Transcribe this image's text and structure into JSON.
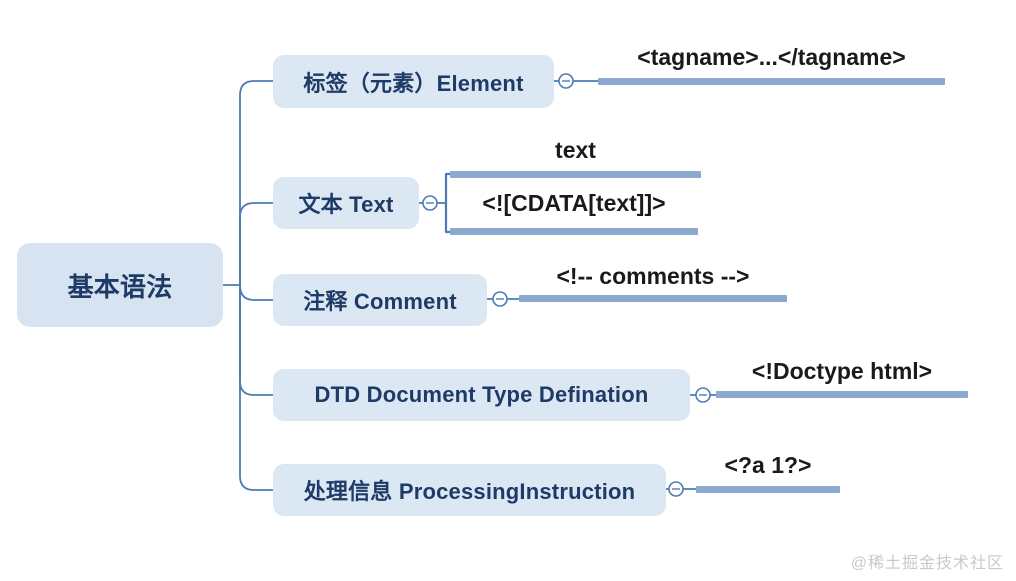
{
  "app": "mind-map",
  "root": {
    "label": "基本语法"
  },
  "branches": [
    {
      "label": "标签（元素）Element",
      "collapse_icon": "minus-circle",
      "children": [
        {
          "label": "<tagname>...</tagname>"
        }
      ]
    },
    {
      "label": "文本 Text",
      "collapse_icon": "minus-circle",
      "children": [
        {
          "label": "text"
        },
        {
          "label": "<![CDATA[text]]>"
        }
      ]
    },
    {
      "label": "注释 Comment",
      "collapse_icon": "minus-circle",
      "children": [
        {
          "label": "<!-- comments -->"
        }
      ]
    },
    {
      "label": "DTD Document Type Defination",
      "collapse_icon": "minus-circle",
      "children": [
        {
          "label": "<!Doctype html>"
        }
      ]
    },
    {
      "label": "处理信息 ProcessingInstruction",
      "collapse_icon": "minus-circle",
      "children": [
        {
          "label": "<?a 1?>"
        }
      ]
    }
  ],
  "watermark": "@稀土掘金技术社区",
  "colors": {
    "node_fill": "#dce7f4",
    "root_fill": "#d7e3f1",
    "node_text": "#1e3a66",
    "connector_line": "#4d7cb5",
    "child_underline_bar": "#8ba8cf",
    "child_text": "#1a1a1a",
    "watermark_text": "#c9c9c9"
  }
}
